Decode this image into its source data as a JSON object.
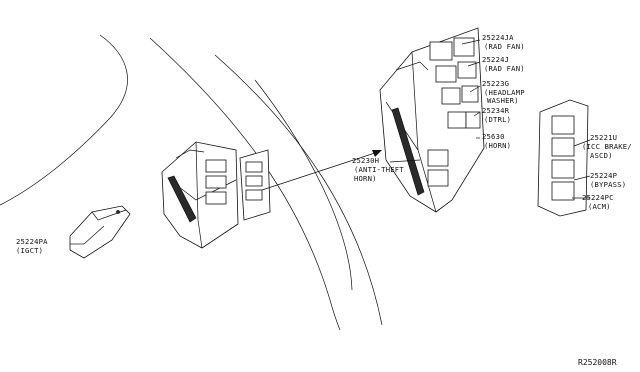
{
  "callouts": [
    {
      "part": "25224PA",
      "desc": "(IGCT)"
    },
    {
      "part": "25224JA",
      "desc": "(RAD FAN)"
    },
    {
      "part": "25224J",
      "desc": "(RAD FAN)"
    },
    {
      "part": "25223G",
      "desc": "(HEADLAMP",
      "desc2": "WASHER)"
    },
    {
      "part": "25234R",
      "desc": "(DTRL)"
    },
    {
      "part": "25630",
      "desc": "(HORN)"
    },
    {
      "part": "25230H",
      "desc": "(ANTI-THEFT",
      "desc2": "HORN)"
    },
    {
      "part": "25221U",
      "desc": "(ICC BRAKE/",
      "desc2": "ASCD)"
    },
    {
      "part": "25224P",
      "desc": "(BYPASS)"
    },
    {
      "part": "25224PC",
      "desc": "(ACM)"
    }
  ],
  "reference": "R252008R"
}
